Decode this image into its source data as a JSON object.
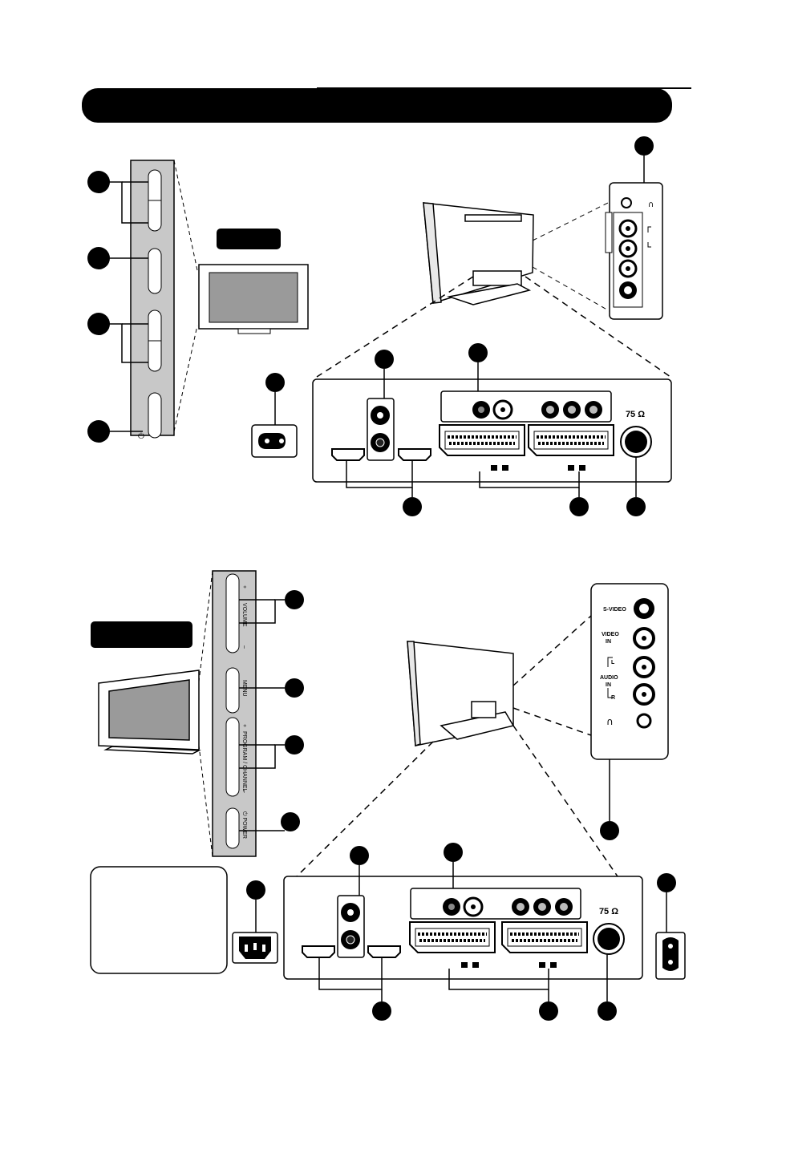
{
  "header": {
    "title": ""
  },
  "top": {
    "badge_text": "",
    "panel_icon": "power-icon",
    "antenna_label": "75 Ω",
    "side_panel_icon": "headphones-icon"
  },
  "bottom": {
    "badge_text": "",
    "note_text": "",
    "antenna_label": "75 Ω",
    "button_labels": [
      "+",
      "VOLUME",
      "–",
      "MENU",
      "+",
      "PROGRAM / CHANNEL",
      "–",
      "⏻ POWER"
    ],
    "side_labels": {
      "svideo": "S-VIDEO",
      "video_in_1": "VIDEO",
      "video_in_2": "IN",
      "audio_l": "L",
      "audio_1": "AUDIO",
      "audio_2": "IN",
      "audio_r": "R"
    }
  },
  "colors": {
    "ink": "#000000",
    "panel": "#c8c8c8",
    "screen": "#9a9a9a",
    "paper": "#ffffff"
  }
}
